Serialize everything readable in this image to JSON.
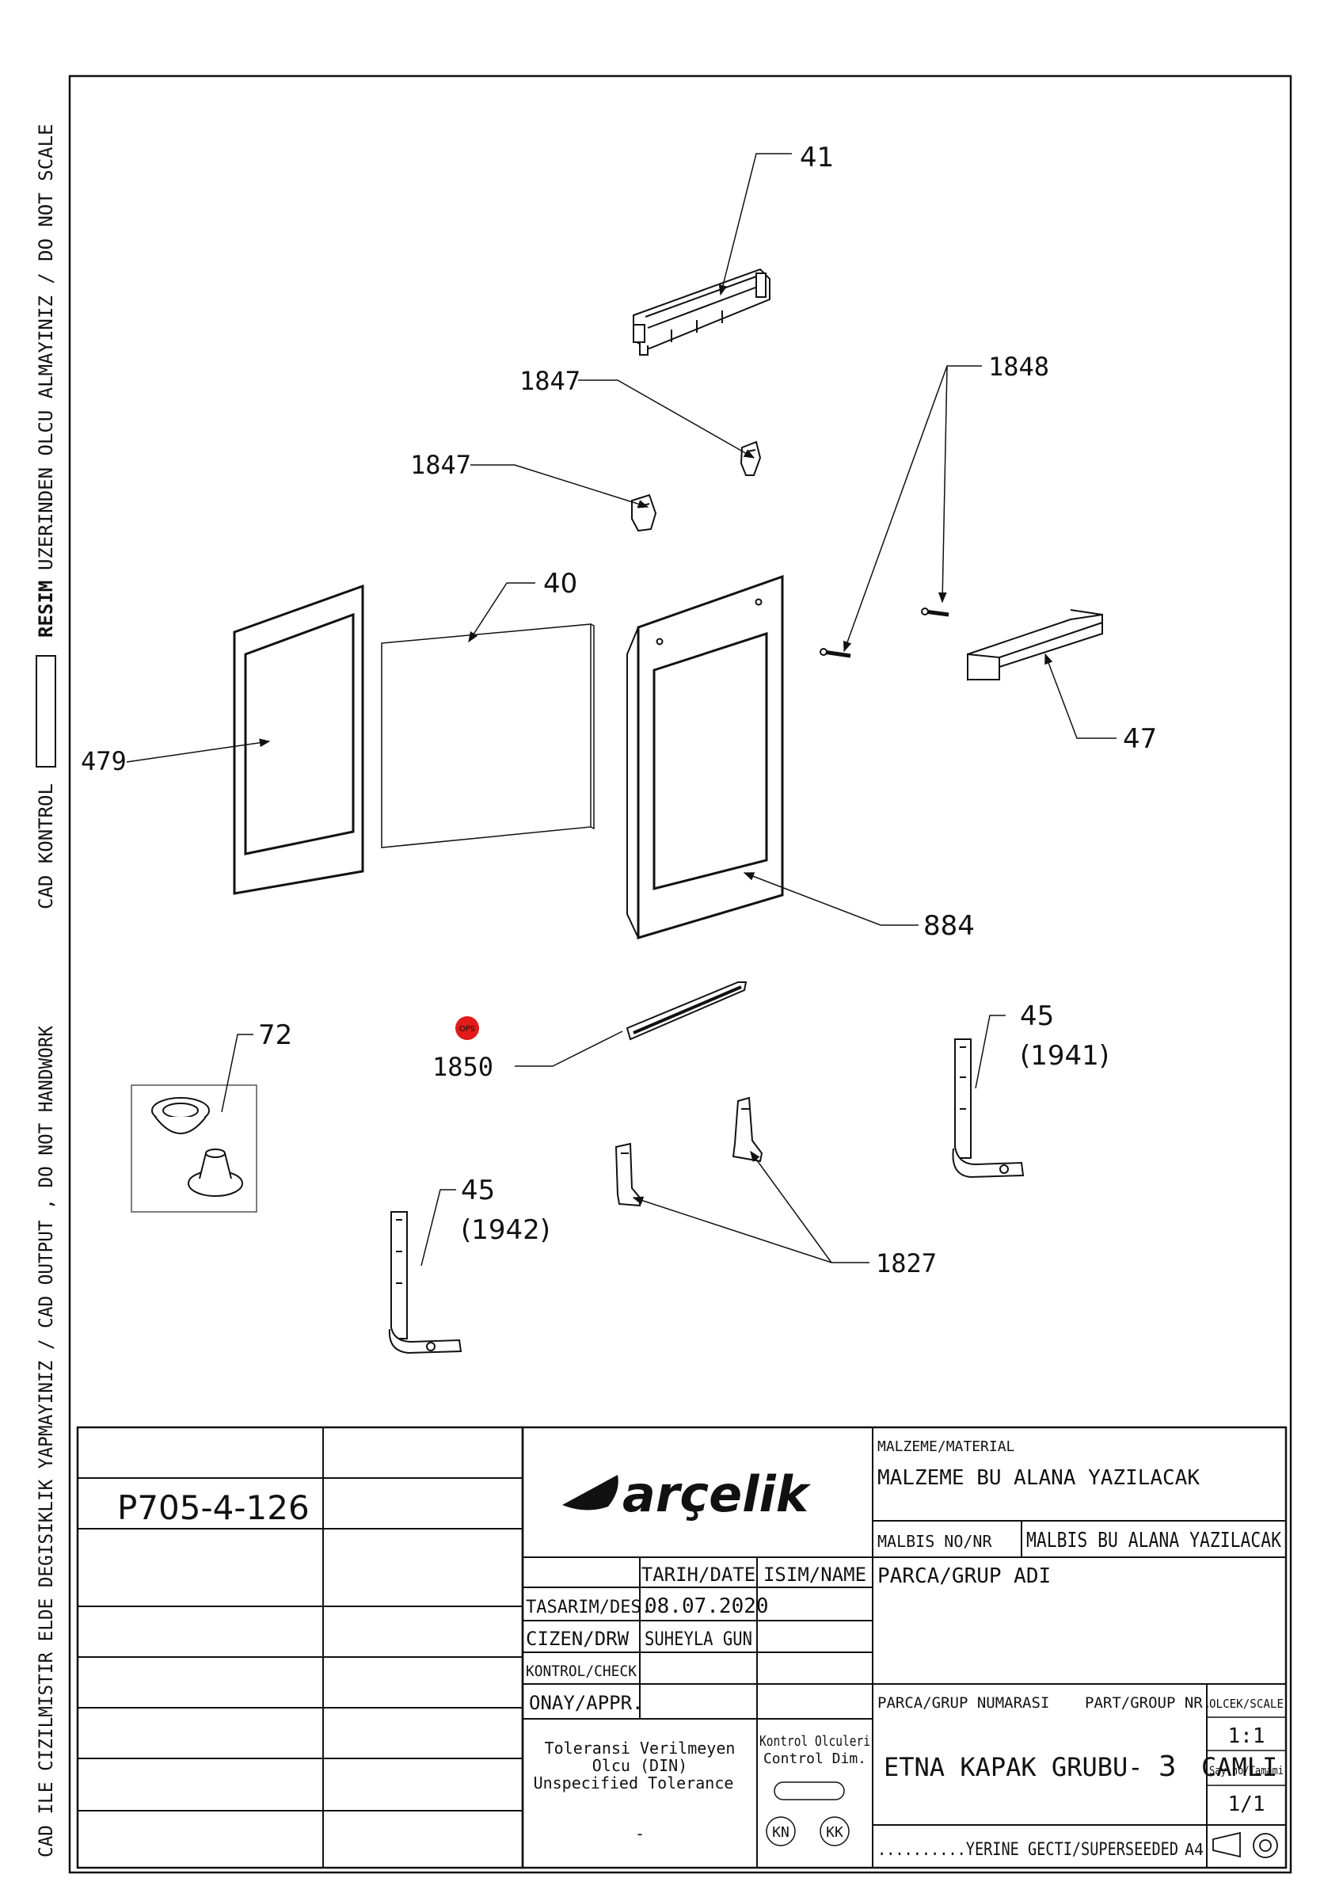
{
  "side_text": {
    "top": "CAD KONTROL",
    "resim": "RESIM",
    "middle": "UZERINDEN OLCU ALMAYINIZ / DO NOT SCALE",
    "bottom": "CAD ILE CIZILMISTIR ELDE DEGISIKLIK YAPMAYINIZ / CAD OUTPUT , DO NOT HANDWORK"
  },
  "callouts": {
    "c41": "41",
    "c1847a": "1847",
    "c1847b": "1847",
    "c1848": "1848",
    "c40": "40",
    "c479": "479",
    "c47": "47",
    "c884": "884",
    "c72": "72",
    "c1850": "1850",
    "c45a": "45",
    "c1941": "(1941)",
    "c45b": "45",
    "c1942": "(1942)",
    "c1827": "1827",
    "ops": "OPS"
  },
  "title_block": {
    "drawing_code": "P705-4-126",
    "logo": "arçelik",
    "material_label": "MALZEME/MATERIAL",
    "material_value": "MALZEME BU ALANA YAZILACAK",
    "malbis_label": "MALBIS NO/NR",
    "malbis_value": "MALBIS BU ALANA YAZILACAK",
    "date_header": "TARIH/DATE",
    "name_header": "ISIM/NAME",
    "design_label": "TASARIM/DES.",
    "design_date": "08.07.2020",
    "drawn_label": "CIZEN/DRW",
    "drawn_name": "SUHEYLA GUN",
    "check_label": "KONTROL/CHECK",
    "approve_label": "ONAY/APPR.",
    "part_name_label": "PARCA/GRUP ADI",
    "part_number_label": "PARCA/GRUP NUMARASI",
    "part_number_label_en": "PART/GROUP NR.",
    "scale_label": "OLCEK/SCALE",
    "scale_value": "1:1",
    "sheet_label": "Say.no/Tamami",
    "sheet_value": "1/1",
    "tol_tr1": "Toleransi Verilmeyen",
    "tol_tr2": "Olcu (DIN)",
    "tol_en": "Unspecified Tolerance",
    "tol_value": "-",
    "ctrl_tr": "Kontrol Olculeri",
    "ctrl_en": "Control Dim.",
    "kn": "KN",
    "kk": "KK",
    "title_a": "ETNA KAPAK GRUBU-",
    "title_num": "3",
    "title_b": "CAMLI",
    "superseded": "..........YERINE GECTI/SUPERSEEDED",
    "paper_size": "A4"
  }
}
